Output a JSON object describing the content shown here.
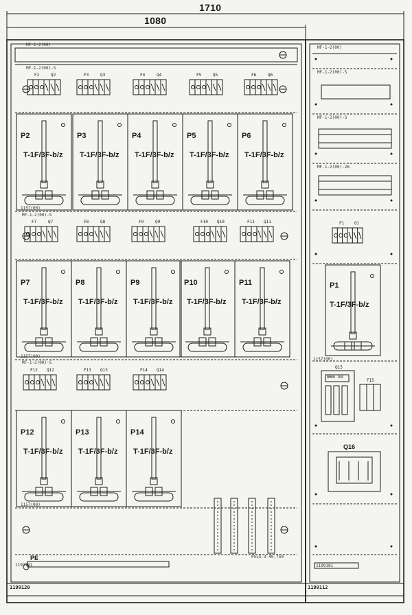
{
  "dimensions": {
    "total": "1710",
    "left": "1080"
  },
  "left_cabinet": {
    "id": "1199120",
    "top_rail": "MF-1-2(00)",
    "fuse_rows": [
      {
        "items": [
          {
            "f": "F2",
            "q": "Q2"
          },
          {
            "f": "F3",
            "q": "Q3"
          },
          {
            "f": "F4",
            "q": "Q4"
          },
          {
            "f": "F5",
            "q": "Q5"
          },
          {
            "f": "F6",
            "q": "Q6"
          }
        ],
        "rail": "MF-1-2(00)-S"
      },
      {
        "items": [
          {
            "f": "F7",
            "q": "Q7"
          },
          {
            "f": "F8",
            "q": "Q8"
          },
          {
            "f": "F9",
            "q": "Q9"
          },
          {
            "f": "F10",
            "q": "Q10"
          },
          {
            "f": "F11",
            "q": "Q11"
          }
        ],
        "rail": "MF-1-2(00)-S"
      },
      {
        "items": [
          {
            "f": "F12",
            "q": "Q12"
          },
          {
            "f": "F13",
            "q": "Q13"
          },
          {
            "f": "F14",
            "q": "Q14"
          }
        ],
        "rail": "MF-1-2(00)-S"
      }
    ],
    "meter_rows": [
      {
        "meters": [
          "P2",
          "P3",
          "P4",
          "P5",
          "P6"
        ],
        "rail": "1157(00)"
      },
      {
        "meters": [
          "P7",
          "P8",
          "P9",
          "P10",
          "P11"
        ],
        "rail": "1157(00)"
      },
      {
        "meters": [
          "P12",
          "P13",
          "P14"
        ],
        "rail": "1157(00)"
      }
    ],
    "meter_type": "T-1F/3F-b/z",
    "pe_label": "PE",
    "pe_bar": "1199181",
    "terminal_label": "PSLS-3-40,750"
  },
  "right_cabinet": {
    "id": "1199112",
    "rails": [
      "MF-1-2(00)",
      "MF-1-2(00)-S",
      "MF-1-2(00)-S",
      "MF-1-2(00)-26"
    ],
    "fuse": {
      "f": "F1",
      "q": "Q1"
    },
    "meter": "P1",
    "meter_type": "T-1F/3F-b/z",
    "rail_meter": "1157(00)",
    "q15": "Q15",
    "f15": "F15",
    "q15_label": "NH00 160",
    "q16": "Q16",
    "pe_bar": "1199181"
  }
}
